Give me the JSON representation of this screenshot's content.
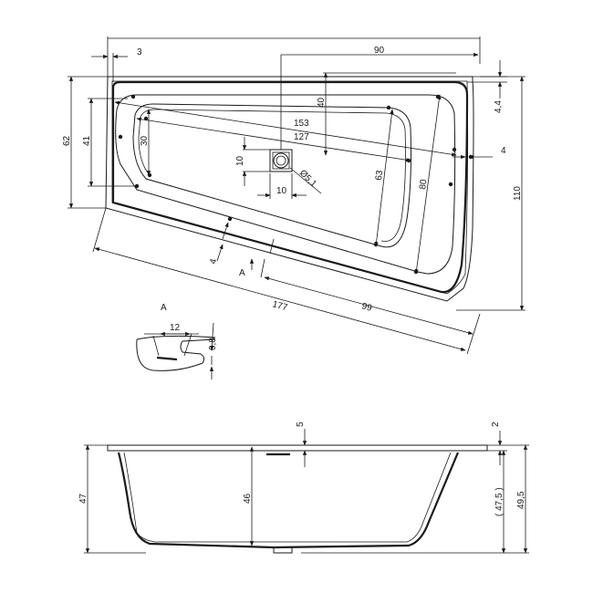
{
  "top_view": {
    "dims": {
      "d3": "3",
      "d90": "90",
      "d62": "62",
      "d41": "41",
      "d30": "30",
      "d40": "40",
      "d153": "153",
      "d127": "127",
      "d10v": "10",
      "d10h": "10",
      "d5_1": "Ø5,1",
      "d63": "63",
      "d80": "80",
      "d4_4": "4,4",
      "d4r": "4",
      "d110": "110",
      "d4l": "4",
      "d177": "177",
      "d99": "99",
      "sectionA": "A"
    }
  },
  "detail_a": {
    "title": "A",
    "d12": "12",
    "d0_8": "0,8"
  },
  "side_view": {
    "dims": {
      "d47": "47",
      "d46": "46",
      "d5": "5",
      "d2": "2",
      "d47_5": "( 47,5 )",
      "d49_5": "49,5"
    }
  }
}
